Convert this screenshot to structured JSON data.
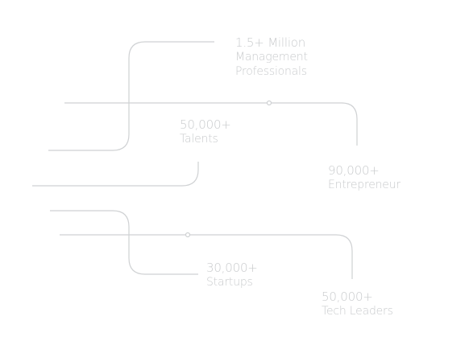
{
  "stats": [
    {
      "value": "1.5+ Million",
      "label_line1": "Management",
      "label_line2": "Professionals"
    },
    {
      "value": "50,000+",
      "label": "Talents"
    },
    {
      "value": "90,000+",
      "label": "Entrepreneur"
    },
    {
      "value": "30,000+",
      "label": "Startups"
    },
    {
      "value": "50,000+",
      "label": "Tech Leaders"
    }
  ],
  "colors": {
    "text": "#c9cbcd",
    "line": "#cfd1d3",
    "background": "#ffffff"
  }
}
